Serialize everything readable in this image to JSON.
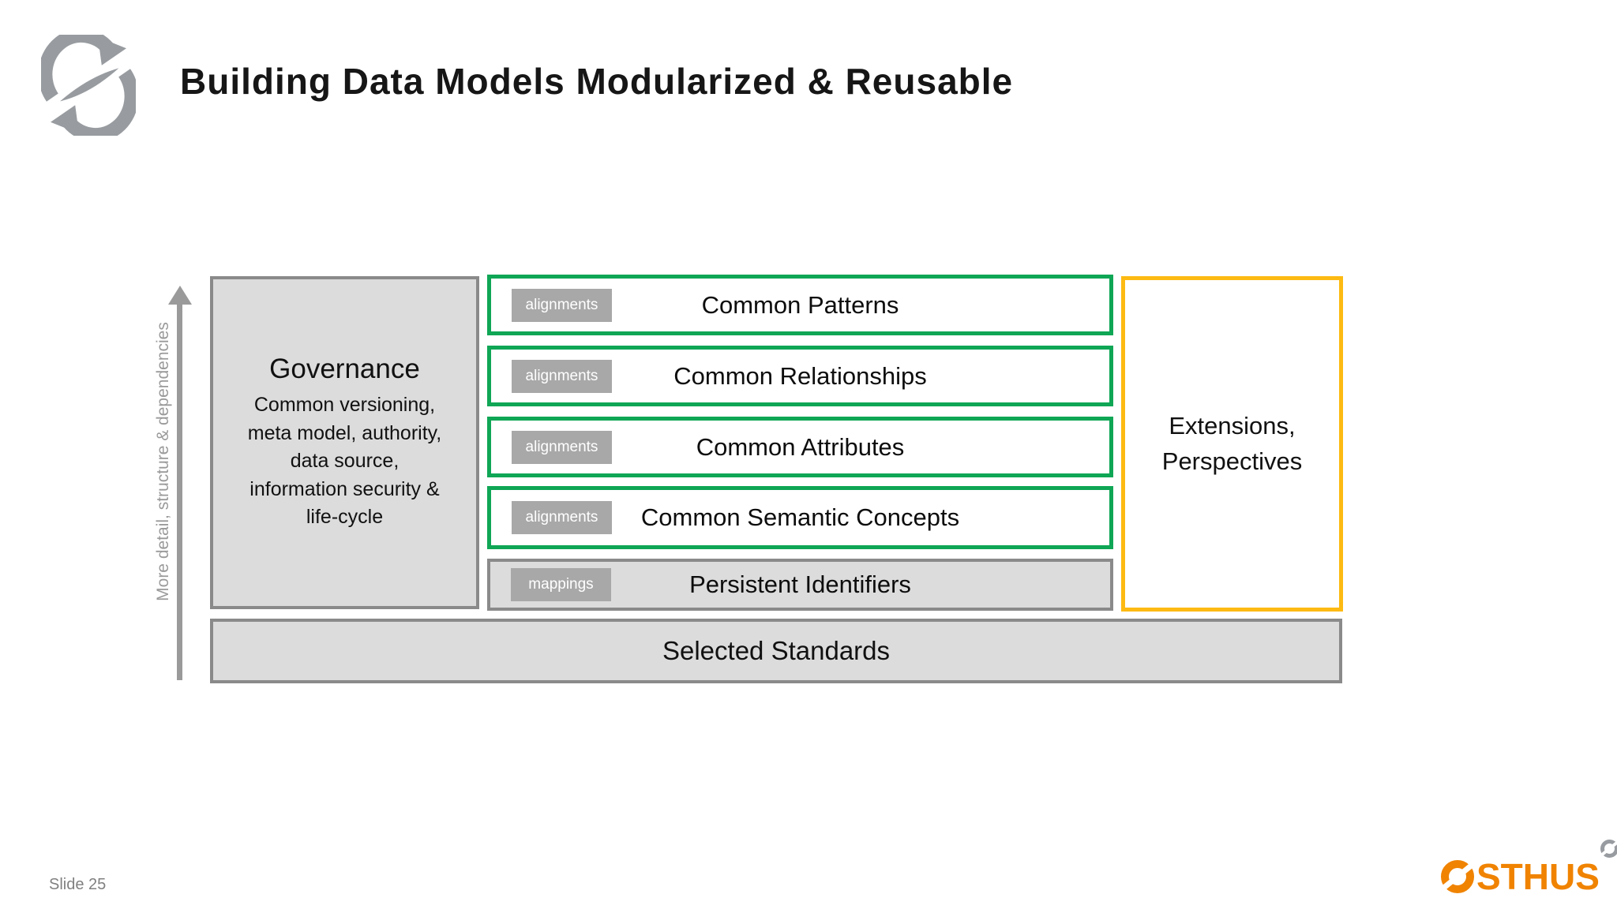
{
  "slide": {
    "title": "Building Data Models Modularized & Reusable",
    "slide_number": "Slide 25",
    "brand": "OSTHUS",
    "brand_text_after_icon": "STHUS"
  },
  "axis": {
    "label": "More detail, structure & dependencies"
  },
  "governance": {
    "title": "Governance",
    "body": "Common versioning,\nmeta model, authority,\ndata source,\ninformation security &\nlife-cycle"
  },
  "layers": [
    {
      "tag": "alignments",
      "label": "Common Patterns",
      "style": "green"
    },
    {
      "tag": "alignments",
      "label": "Common Relationships",
      "style": "green"
    },
    {
      "tag": "alignments",
      "label": "Common Attributes",
      "style": "green"
    },
    {
      "tag": "alignments",
      "label": "Common Semantic Concepts",
      "style": "green"
    },
    {
      "tag": "mappings",
      "label": "Persistent Identifiers",
      "style": "gray"
    }
  ],
  "extensions": {
    "label": "Extensions,\nPerspectives"
  },
  "foundation": {
    "label": "Selected Standards"
  },
  "icons": {
    "header_logo": "circular-sync-arrows",
    "brand_o": "circular-arrows-o",
    "brand_mini": "circular-sync-arrows"
  },
  "colors": {
    "green": "#0FA655",
    "gold": "#FDBA12",
    "gray_fill": "#DCDCDC",
    "gray_border": "#8A8A8A",
    "tag_bg": "#A8A8A8",
    "tag_text": "#FFFFFF",
    "orange": "#F08300",
    "logo_gray": "#989CA0",
    "axis_gray": "#9A9A9A",
    "text_dark": "#111111",
    "muted_gray": "#808080"
  }
}
